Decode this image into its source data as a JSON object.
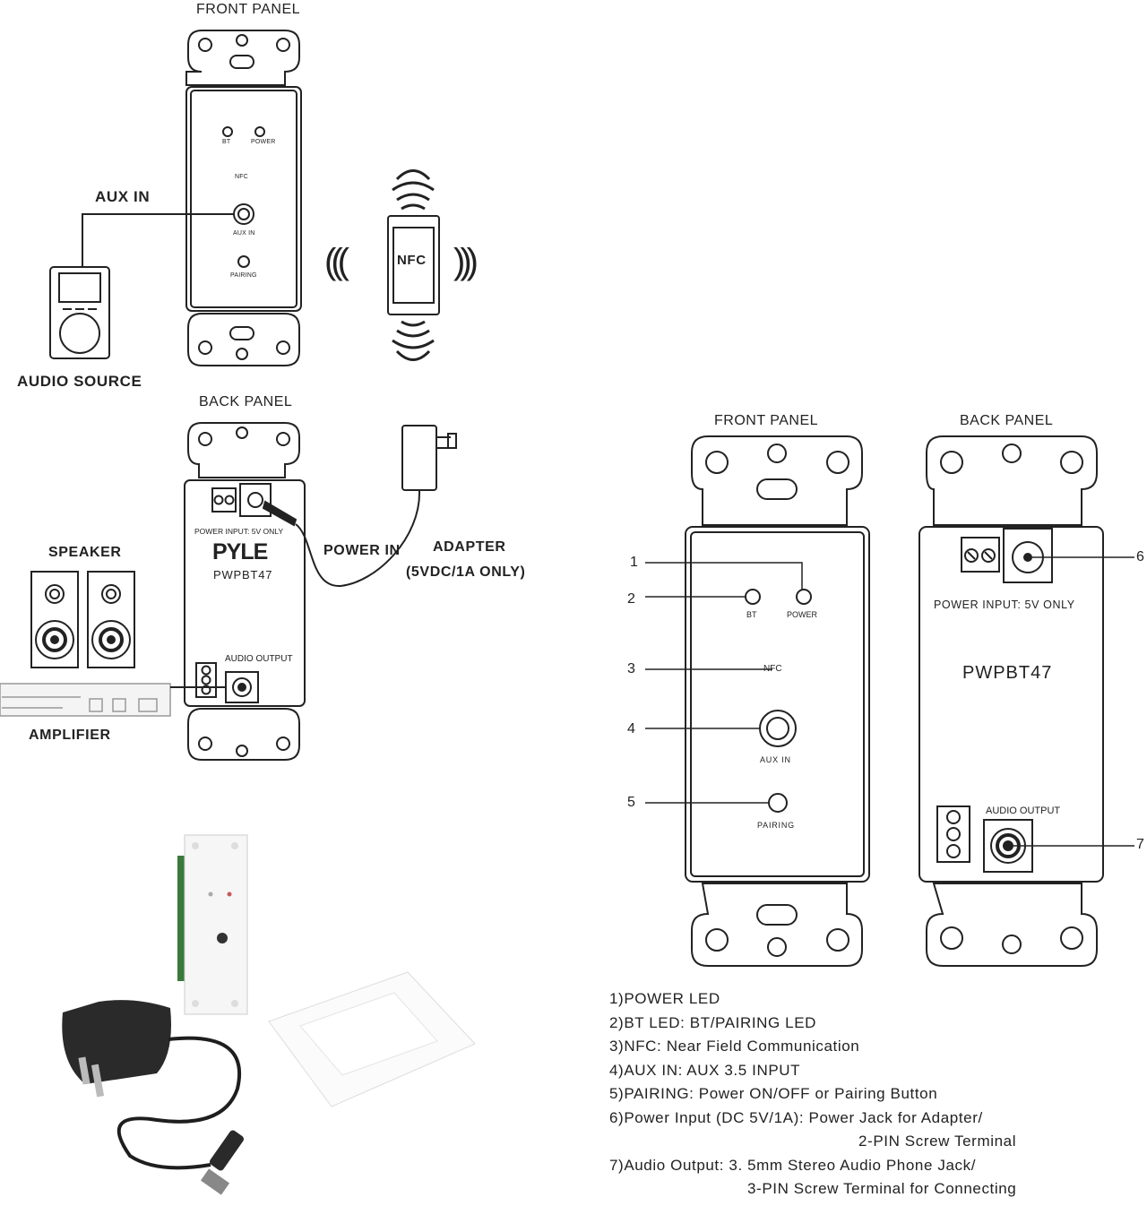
{
  "top": {
    "front_panel_title": "FRONT PANEL",
    "back_panel_title": "BACK PANEL",
    "aux_in_label": "AUX IN",
    "audio_source_label": "AUDIO SOURCE",
    "nfc_label": "NFC",
    "speaker_label": "SPEAKER",
    "amplifier_label": "AMPLIFIER",
    "power_in_label": "POWER IN",
    "adapter_label": "ADAPTER",
    "adapter_spec": "(5VDC/1A ONLY)",
    "front": {
      "bt": "BT",
      "power": "POWER",
      "nfc": "NFC",
      "aux_in": "AUX IN",
      "pairing": "PAIRING"
    },
    "back": {
      "power_input": "POWER INPUT: 5V ONLY",
      "brand": "PYLE",
      "model": "PWPBT47",
      "audio_output": "AUDIO OUTPUT"
    }
  },
  "detail": {
    "front_panel_title": "FRONT PANEL",
    "back_panel_title": "BACK PANEL",
    "front": {
      "bt": "BT",
      "power": "POWER",
      "nfc": "NFC",
      "aux_in": "AUX IN",
      "pairing": "PAIRING"
    },
    "back": {
      "power_input": "POWER INPUT: 5V ONLY",
      "model": "PWPBT47",
      "audio_output": "AUDIO OUTPUT"
    },
    "callouts": [
      "1",
      "2",
      "3",
      "4",
      "5",
      "6",
      "7"
    ]
  },
  "legend": [
    "1)POWER LED",
    "2)BT LED: BT/PAIRING LED",
    "3)NFC: Near Field Communication",
    "4)AUX IN: AUX 3.5 INPUT",
    "5)PAIRING: Power ON/OFF or Pairing Button",
    "6)Power Input (DC 5V/1A): Power Jack for Adapter/",
    "2-PIN Screw Terminal",
    "7)Audio Output: 3. 5mm Stereo Audio Phone Jack/",
    "3-PIN Screw Terminal for Connecting"
  ]
}
